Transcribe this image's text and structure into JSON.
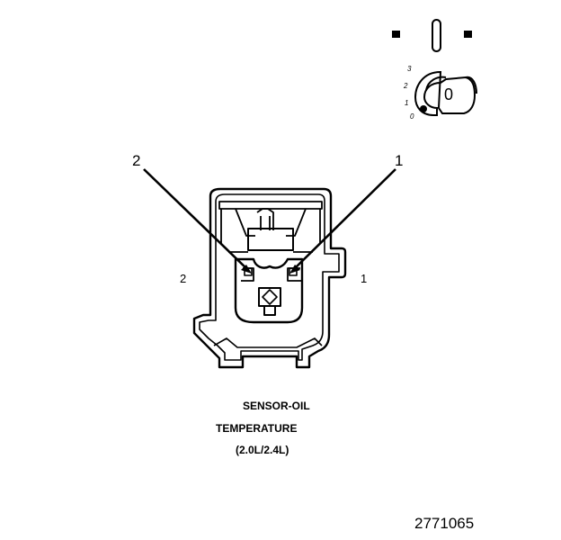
{
  "callouts": {
    "left": "2",
    "right": "1"
  },
  "pins": {
    "left": "2",
    "right": "1"
  },
  "key_icon": {
    "center_label": "0",
    "positions": [
      "3",
      "2",
      "1",
      "0"
    ]
  },
  "caption": {
    "line1": "SENSOR-OIL",
    "line2": "TEMPERATURE",
    "line3": "(2.0L/2.4L)"
  },
  "figure_number": "2771065"
}
